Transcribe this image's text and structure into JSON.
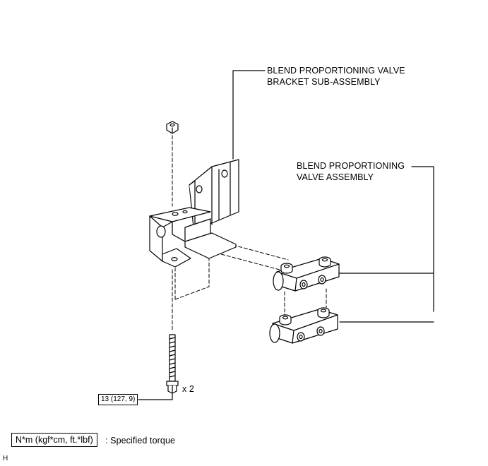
{
  "labels": {
    "bracket_line1": "BLEND PROPORTIONING VALVE",
    "bracket_line2": "BRACKET SUB-ASSEMBLY",
    "valve_line1": "BLEND PROPORTIONING",
    "valve_line2": "VALVE ASSEMBLY"
  },
  "torque": {
    "value": "13 (127, 9)",
    "quantity": "x 2"
  },
  "legend": {
    "units": "N*m (kgf*cm, ft.*lbf)",
    "description": ": Specified torque"
  },
  "figure_code": "H"
}
